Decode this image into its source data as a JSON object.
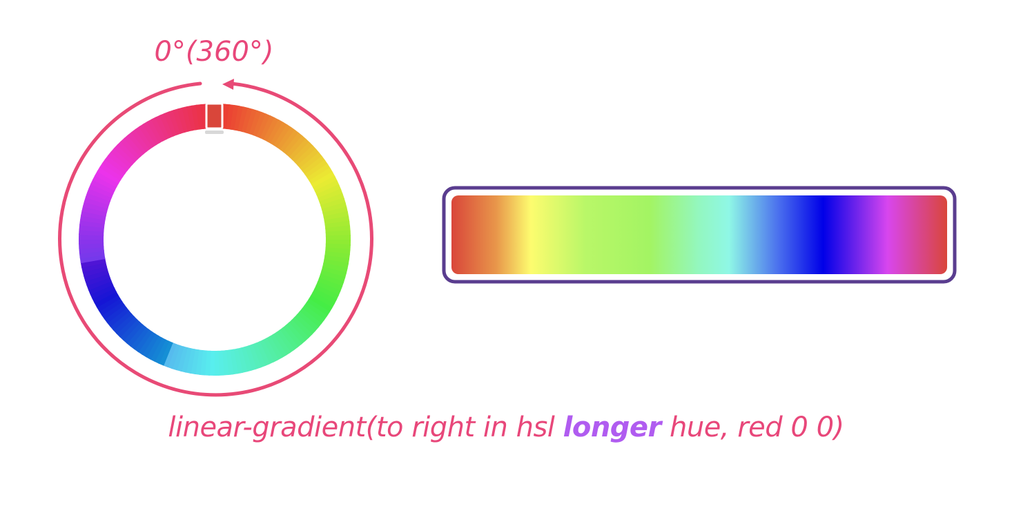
{
  "wheel": {
    "angle_label": "0°(360°)",
    "start_hue_deg": 0
  },
  "caption": {
    "part1": "linear-gradient(to right in hsl ",
    "keyword": "longer",
    "part2": " hue, red 0 0)"
  },
  "colors": {
    "text": "#e8477a",
    "keyword": "#b05cf0",
    "outer_ring": "#e84a76",
    "bar_border": "#5a3d8f",
    "gradient_stops": [
      "#d9463a",
      "#fdfc6f",
      "#a3f463",
      "#8ff7e6",
      "#0000e8",
      "#d846ee",
      "#d9463a"
    ]
  }
}
